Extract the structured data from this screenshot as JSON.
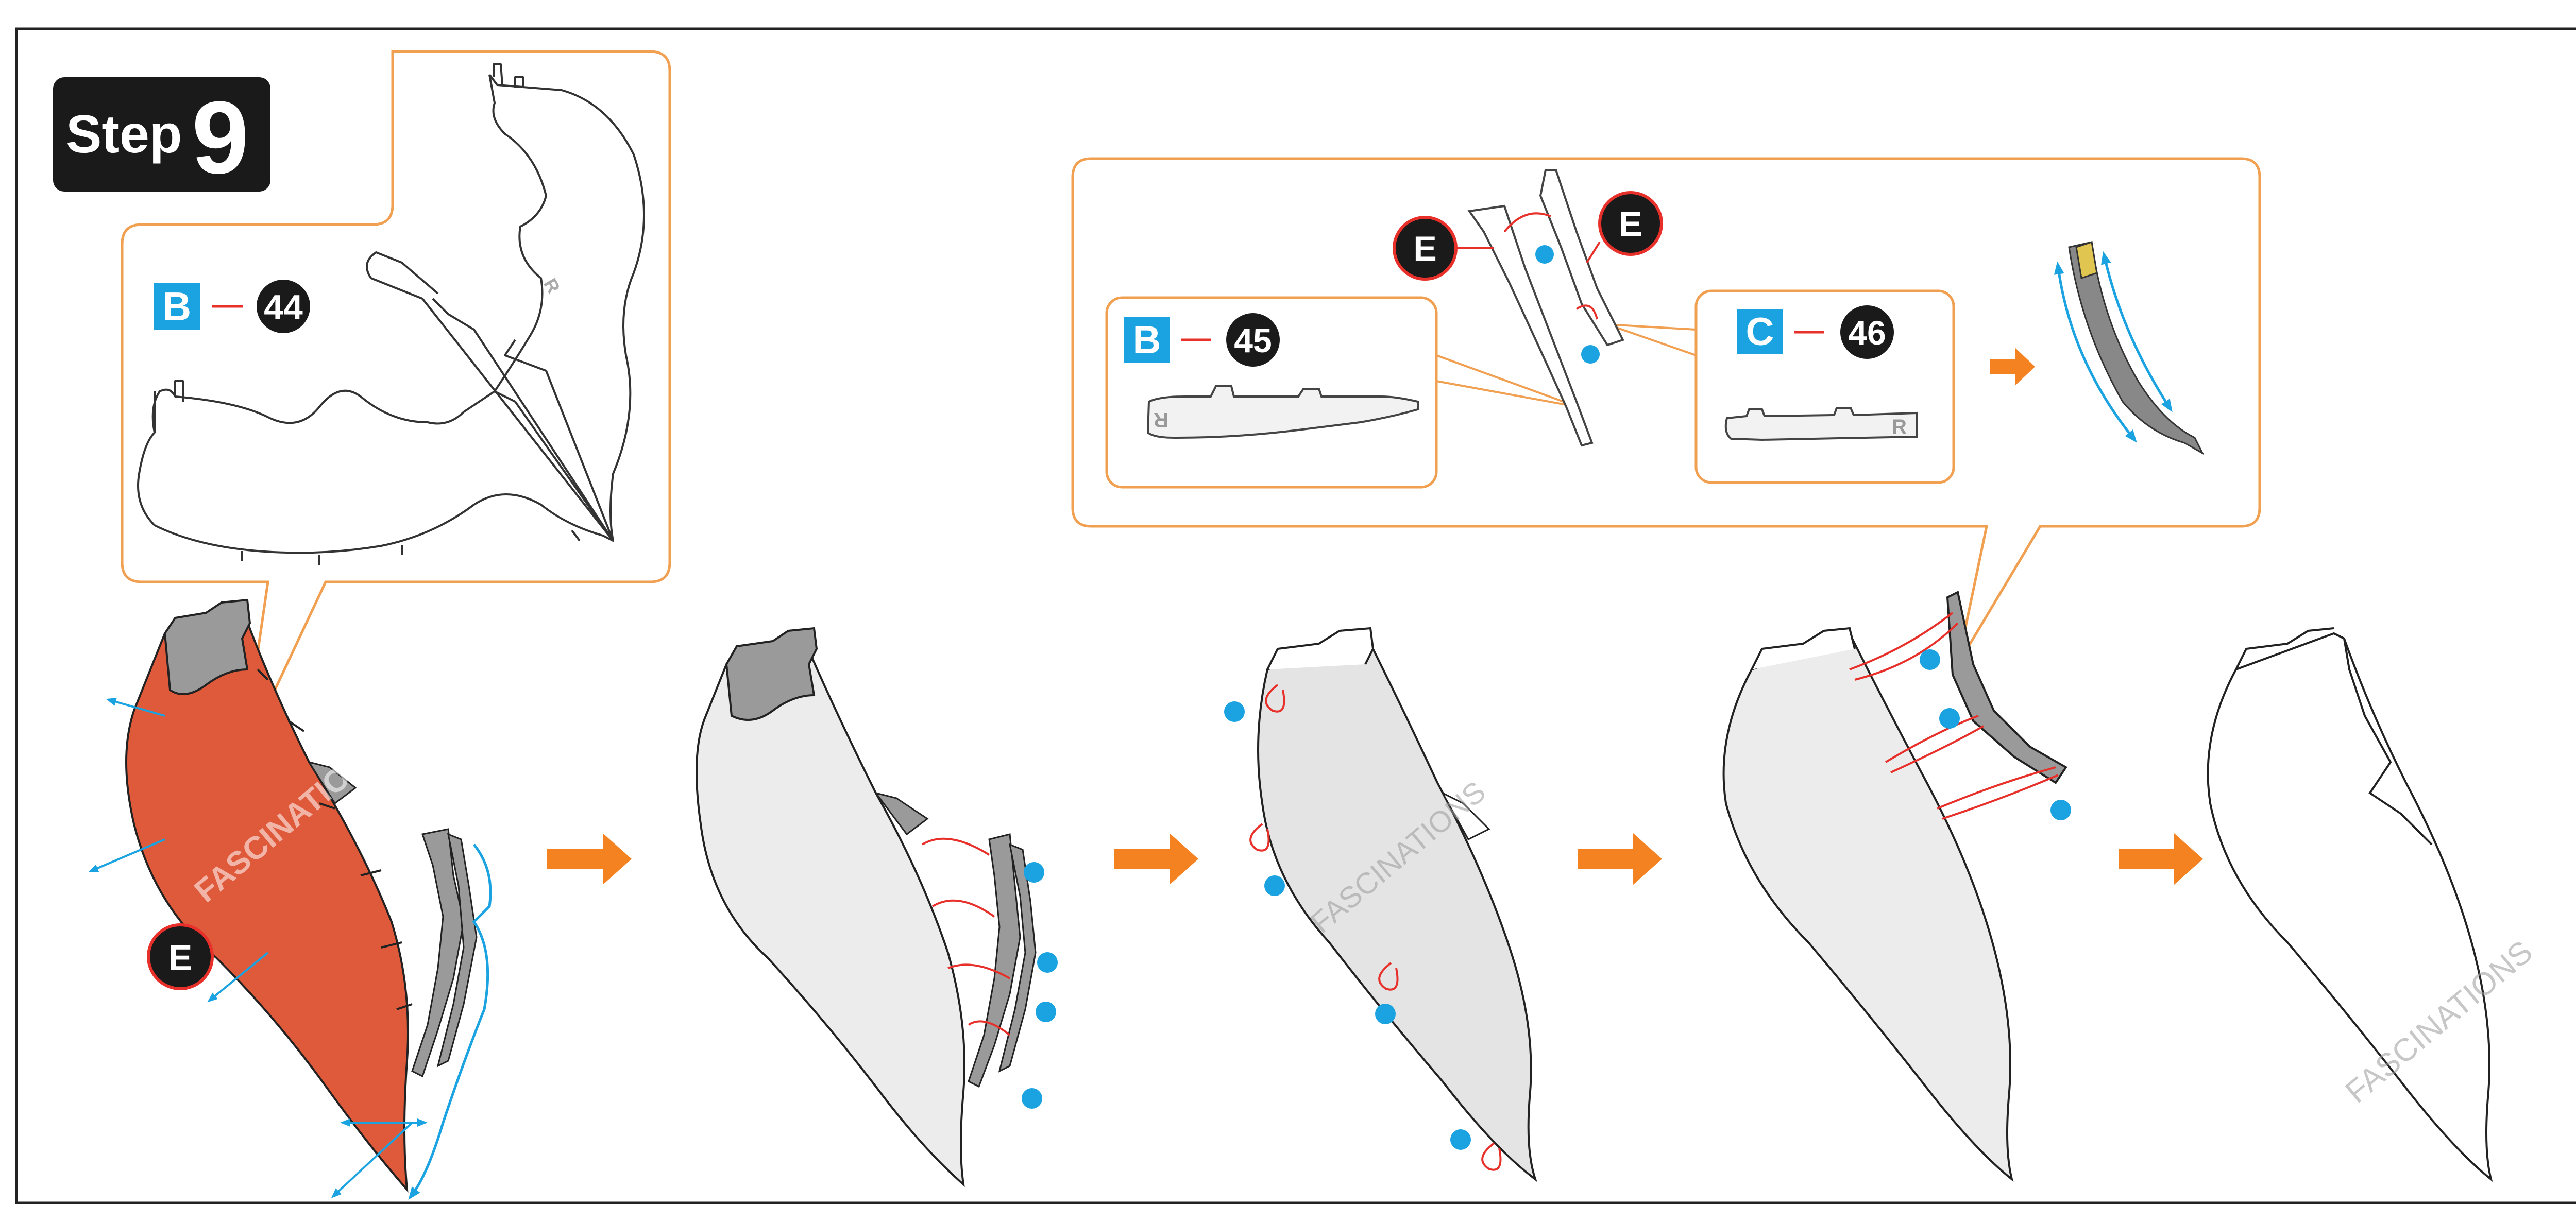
{
  "step": {
    "label": "Step",
    "number": "9"
  },
  "watermark": "FASCINATIONS",
  "callouts": {
    "top_left": {
      "sheet": "B",
      "part": "44",
      "stamp": "R"
    },
    "top_right": {
      "left_part": {
        "sheet": "B",
        "part": "45",
        "stamp": "R"
      },
      "right_part": {
        "sheet": "C",
        "part": "46",
        "stamp": "R"
      }
    }
  },
  "markers": {
    "tab_letter": "E"
  },
  "colors": {
    "frame": "#222222",
    "callout_border": "#f0a050",
    "sheet_badge": "#1aa3e0",
    "part_badge": "#1a1a1a",
    "arrow": "#f58220",
    "highlight_piece": "#df5a3b",
    "connector": "#e8302a",
    "dot": "#1aa3e0",
    "gray_piece": "#9a9a9a",
    "light_piece": "#ececec",
    "yellow_piece": "#e0c650"
  }
}
